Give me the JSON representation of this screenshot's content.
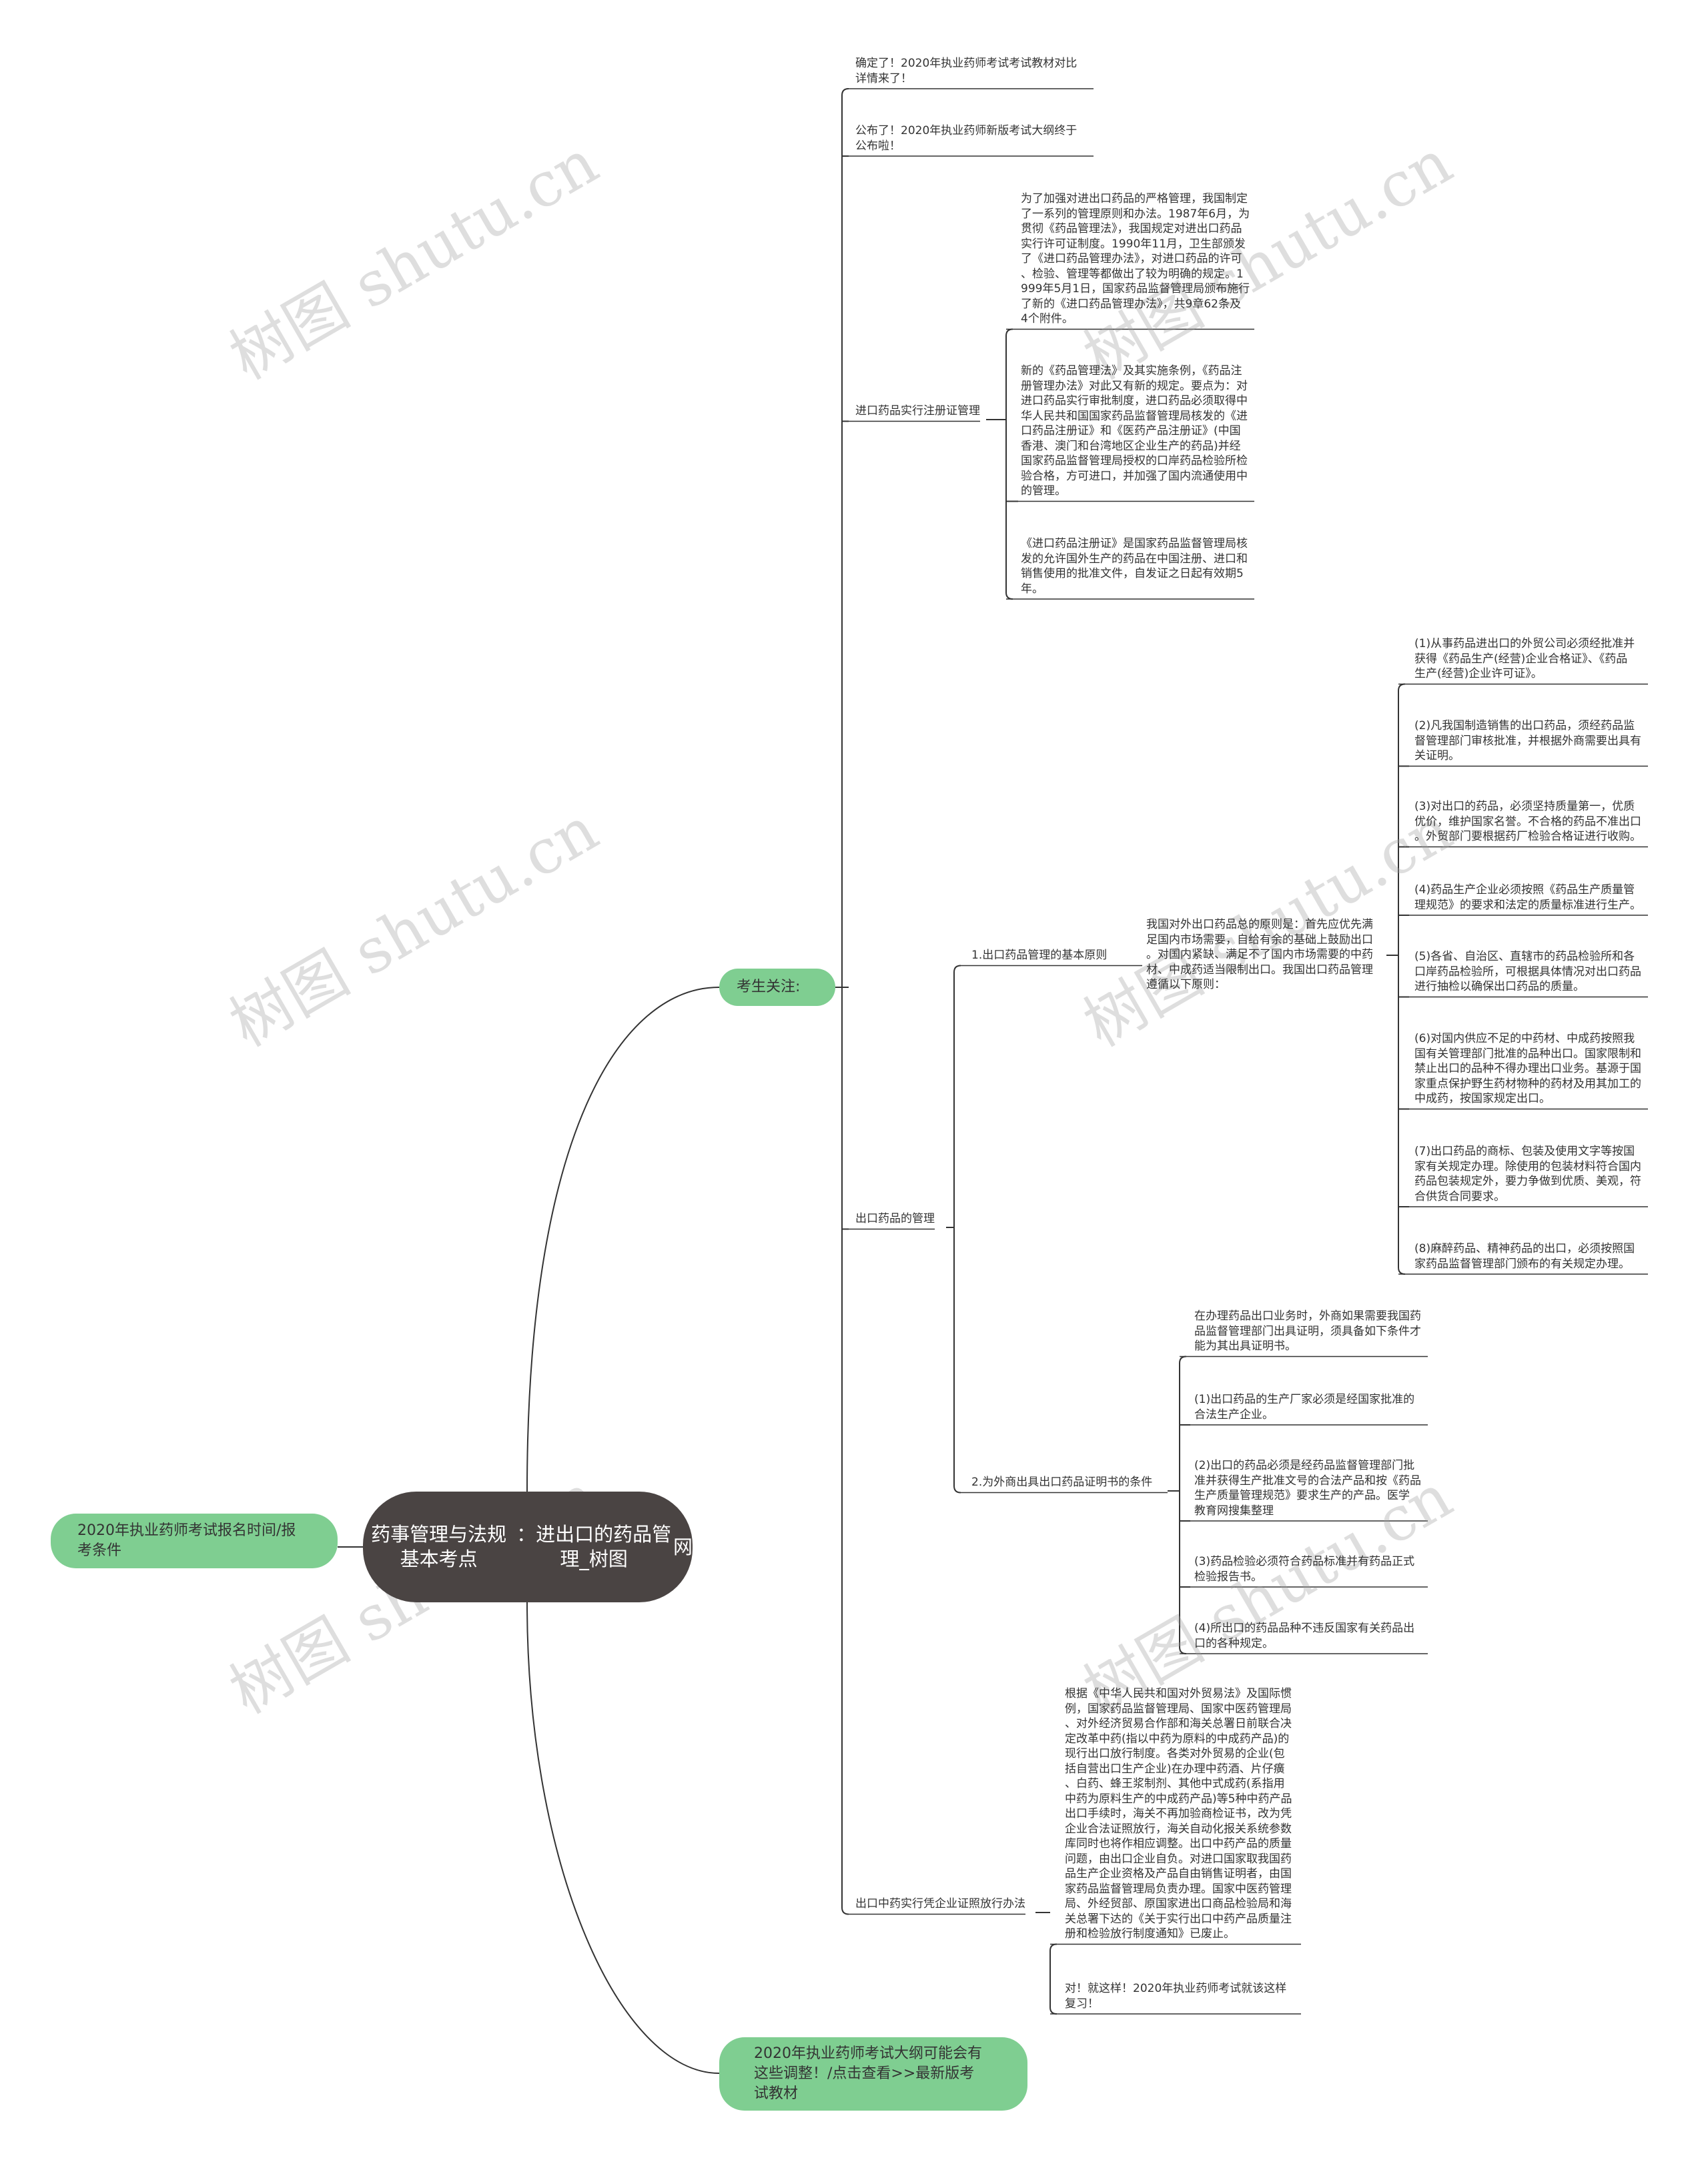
{
  "root": {
    "lines": [
      "药事管理与法规基本考点",
      "：进出口的药品管理_树图",
      "网"
    ]
  },
  "left": {
    "lines": [
      "2020年执业药师考试报名时间/报",
      "考条件"
    ]
  },
  "kaosheng": {
    "lines": [
      "考生关注:"
    ]
  },
  "dagang": {
    "lines": [
      "2020年执业药师考试大纲可能会有",
      "这些调整！/点击查看>>最新版考",
      "试教材"
    ]
  },
  "watermark": "树图 shutu.cn",
  "b1": {
    "lines": [
      "确定了！2020年执业药师考试考试教材对比",
      "详情来了！"
    ]
  },
  "b2": {
    "lines": [
      "公布了！2020年执业药师新版考试大纲终于",
      "公布啦！"
    ]
  },
  "b3": {
    "lines": [
      "进口药品实行注册证管理"
    ]
  },
  "b3c1": {
    "lines": [
      "为了加强对进出口药品的严格管理，我国制定",
      "了一系列的管理原则和办法。1987年6月，为",
      "贯彻《药品管理法》，我国规定对进出口药品",
      "实行许可证制度。1990年11月，卫生部颁发",
      "了《进口药品管理办法》，对进口药品的许可",
      "、检验、管理等都做出了较为明确的规定。1",
      "999年5月1日，国家药品监督管理局颁布施行",
      "了新的《进口药品管理办法》，共9章62条及",
      "4个附件。"
    ]
  },
  "b3c2": {
    "lines": [
      "新的《药品管理法》及其实施条例，《药品注",
      "册管理办法》对此又有新的规定。要点为：对",
      "进口药品实行审批制度，进口药品必须取得中",
      "华人民共和国国家药品监督管理局核发的《进",
      "口药品注册证》和《医药产品注册证》(中国",
      "香港、澳门和台湾地区企业生产的药品)并经",
      "国家药品监督管理局授权的口岸药品检验所检",
      "验合格，方可进口，并加强了国内流通使用中",
      "的管理。"
    ]
  },
  "b3c3": {
    "lines": [
      "《进口药品注册证》是国家药品监督管理局核",
      "发的允许国外生产的药品在中国注册、进口和",
      "销售使用的批准文件，自发证之日起有效期5",
      "年。"
    ]
  },
  "b4": {
    "lines": [
      "出口药品的管理"
    ]
  },
  "b4a": {
    "lines": [
      "1.出口药品管理的基本原则"
    ]
  },
  "b4a1": {
    "lines": [
      "我国对外出口药品总的原则是：首先应优先满",
      "足国内市场需要，自给有余的基础上鼓励出口",
      "。对国内紧缺、满足不了国内市场需要的中药",
      "材、中成药适当限制出口。我国出口药品管理",
      "遵循以下原则："
    ]
  },
  "p1": {
    "lines": [
      "(1)从事药品进出口的外贸公司必须经批准并",
      "获得《药品生产(经营)企业合格证》、《药品",
      "生产(经营)企业许可证》。"
    ]
  },
  "p2": {
    "lines": [
      "(2)凡我国制造销售的出口药品，须经药品监",
      "督管理部门审核批准，并根据外商需要出具有",
      "关证明。"
    ]
  },
  "p3": {
    "lines": [
      "(3)对出口的药品，必须坚持质量第一，优质",
      "优价，维护国家名誉。不合格的药品不准出口",
      "。外贸部门要根据药厂检验合格证进行收购。"
    ]
  },
  "p4": {
    "lines": [
      "(4)药品生产企业必须按照《药品生产质量管",
      "理规范》的要求和法定的质量标准进行生产。"
    ]
  },
  "p5": {
    "lines": [
      "(5)各省、自治区、直辖市的药品检验所和各",
      "口岸药品检验所，可根据具体情况对出口药品",
      "进行抽检以确保出口药品的质量。"
    ]
  },
  "p6": {
    "lines": [
      "(6)对国内供应不足的中药材、中成药按照我",
      "国有关管理部门批准的品种出口。国家限制和",
      "禁止出口的品种不得办理出口业务。基源于国",
      "家重点保护野生药材物种的药材及用其加工的",
      "中成药，按国家规定出口。"
    ]
  },
  "p7": {
    "lines": [
      "(7)出口药品的商标、包装及使用文字等按国",
      "家有关规定办理。除使用的包装材料符合国内",
      "药品包装规定外，要力争做到优质、美观，符",
      "合供货合同要求。"
    ]
  },
  "p8": {
    "lines": [
      "(8)麻醉药品、精神药品的出口，必须按照国",
      "家药品监督管理部门颁布的有关规定办理。"
    ]
  },
  "b4b": {
    "lines": [
      "2.为外商出具出口药品证明书的条件"
    ]
  },
  "q0": {
    "lines": [
      "在办理药品出口业务时，外商如果需要我国药",
      "品监督管理部门出具证明，须具备如下条件才",
      "能为其出具证明书。"
    ]
  },
  "q1": {
    "lines": [
      "(1)出口药品的生产厂家必须是经国家批准的",
      "合法生产企业。"
    ]
  },
  "q2": {
    "lines": [
      "(2)出口的药品必须是经药品监督管理部门批",
      "准并获得生产批准文号的合法产品和按《药品",
      "生产质量管理规范》要求生产的产品。医学",
      "教育网搜集整理"
    ]
  },
  "q3": {
    "lines": [
      "(3)药品检验必须符合药品标准并有药品正式",
      "检验报告书。"
    ]
  },
  "q4": {
    "lines": [
      "(4)所出口的药品品种不违反国家有关药品出",
      "口的各种规定。"
    ]
  },
  "b5": {
    "lines": [
      "出口中药实行凭企业证照放行办法"
    ]
  },
  "b5c1": {
    "lines": [
      "根据《中华人民共和国对外贸易法》及国际惯",
      "例，国家药品监督管理局、国家中医药管理局",
      "、对外经济贸易合作部和海关总署日前联合决",
      "定改革中药(指以中药为原料的中成药产品)的",
      "现行出口放行制度。各类对外贸易的企业(包",
      "括自营出口生产企业)在办理中药酒、片仔癀",
      "、白药、蜂王浆制剂、其他中式成药(系指用",
      "中药为原料生产的中成药产品)等5种中药产品",
      "出口手续时，海关不再加验商检证书，改为凭",
      "企业合法证照放行，海关自动化报关系统参数",
      "库同时也将作相应调整。出口中药产品的质量",
      "问题，由出口企业自负。对进口国家取我国药",
      "品生产企业资格及产品自由销售证明者，由国",
      "家药品监督管理局负责办理。国家中医药管理",
      "局、外经贸部、原国家进出口商品检验局和海",
      "关总署下达的《关于实行出口中药产品质量注",
      "册和检验放行制度通知》已废止。"
    ]
  },
  "b5c2": {
    "lines": [
      "对！就这样！2020年执业药师考试就该这样",
      "复习！"
    ]
  },
  "colors": {
    "root_bg": "#4a4443",
    "pill_bg": "#7fce91",
    "line": "#333333",
    "text": "#333333"
  }
}
